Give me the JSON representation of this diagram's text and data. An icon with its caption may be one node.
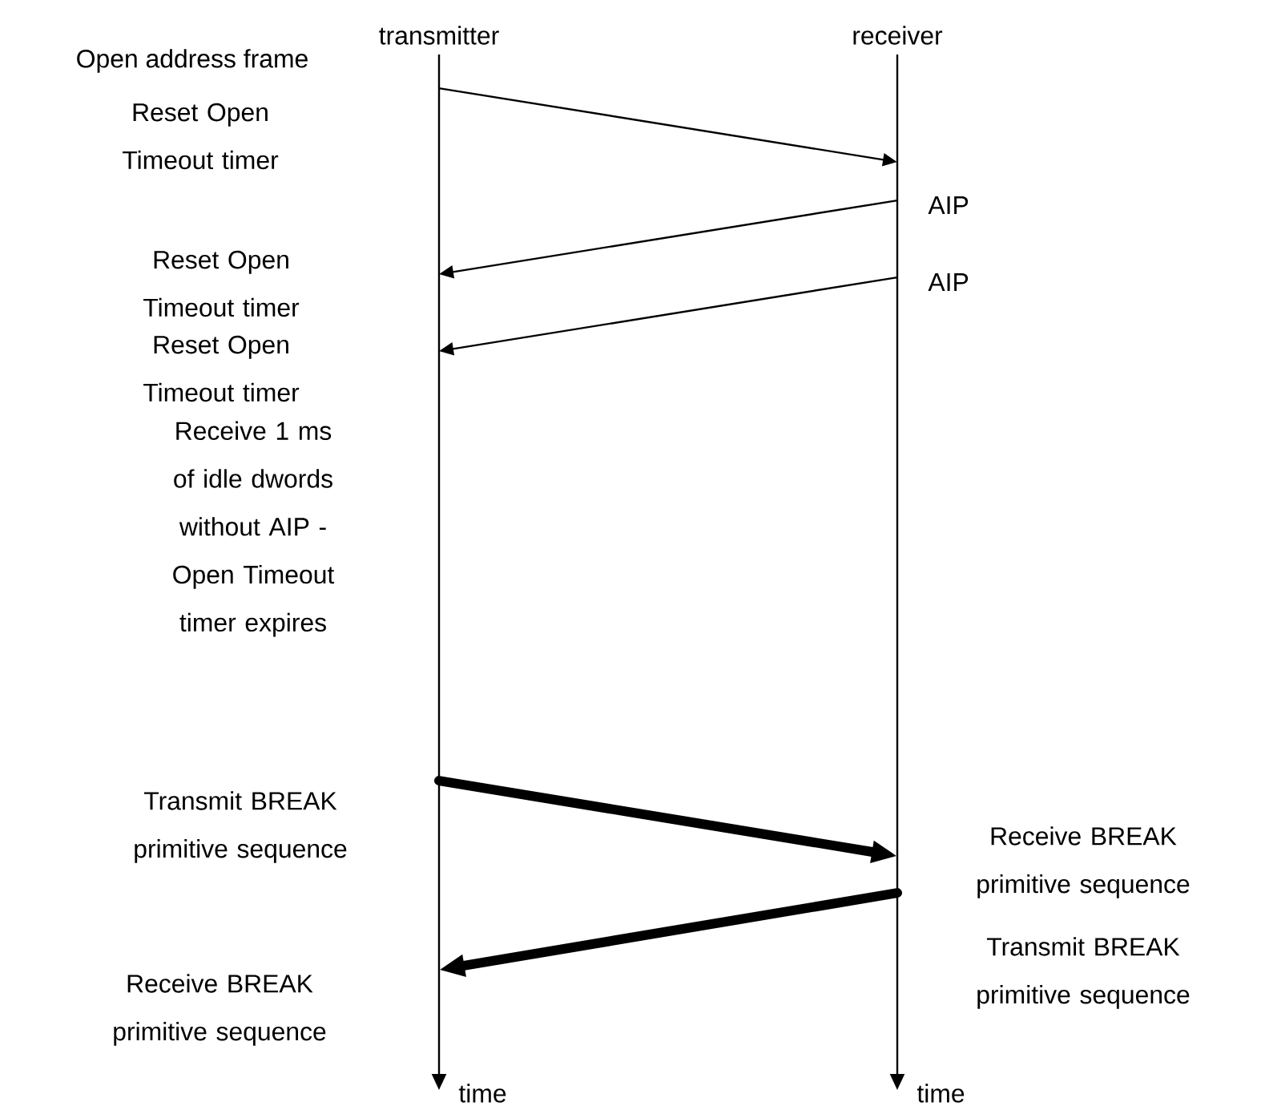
{
  "diagram": {
    "nodes": [
      {
        "text": [
          "transmitter"
        ]
      },
      {
        "text": [
          "receiver"
        ]
      }
    ],
    "edges": [
      {
        "from": 0,
        "to": 1,
        "arrow": "to"
      },
      {
        "from": 1,
        "to": 0,
        "arrow": "to",
        "label": "AIP"
      },
      {
        "from": 1,
        "to": 0,
        "arrow": "to",
        "label": "AIP"
      },
      {
        "from": 0,
        "to": 1,
        "arrow": "to",
        "style": "thick"
      },
      {
        "from": 1,
        "to": 0,
        "arrow": "to",
        "style": "thick"
      }
    ],
    "labels": [
      "Open address frame",
      "Reset Open Timeout timer",
      "Reset Open Timeout timer",
      "Reset Open Timeout timer",
      "Receive 1 ms of idle dwords without AIP - Open Timeout timer expires",
      "Transmit BREAK primitive sequence",
      "Receive BREAK primitive sequence",
      "Transmit BREAK primitive sequence",
      "Receive BREAK primitive sequence",
      "time",
      "time"
    ]
  }
}
